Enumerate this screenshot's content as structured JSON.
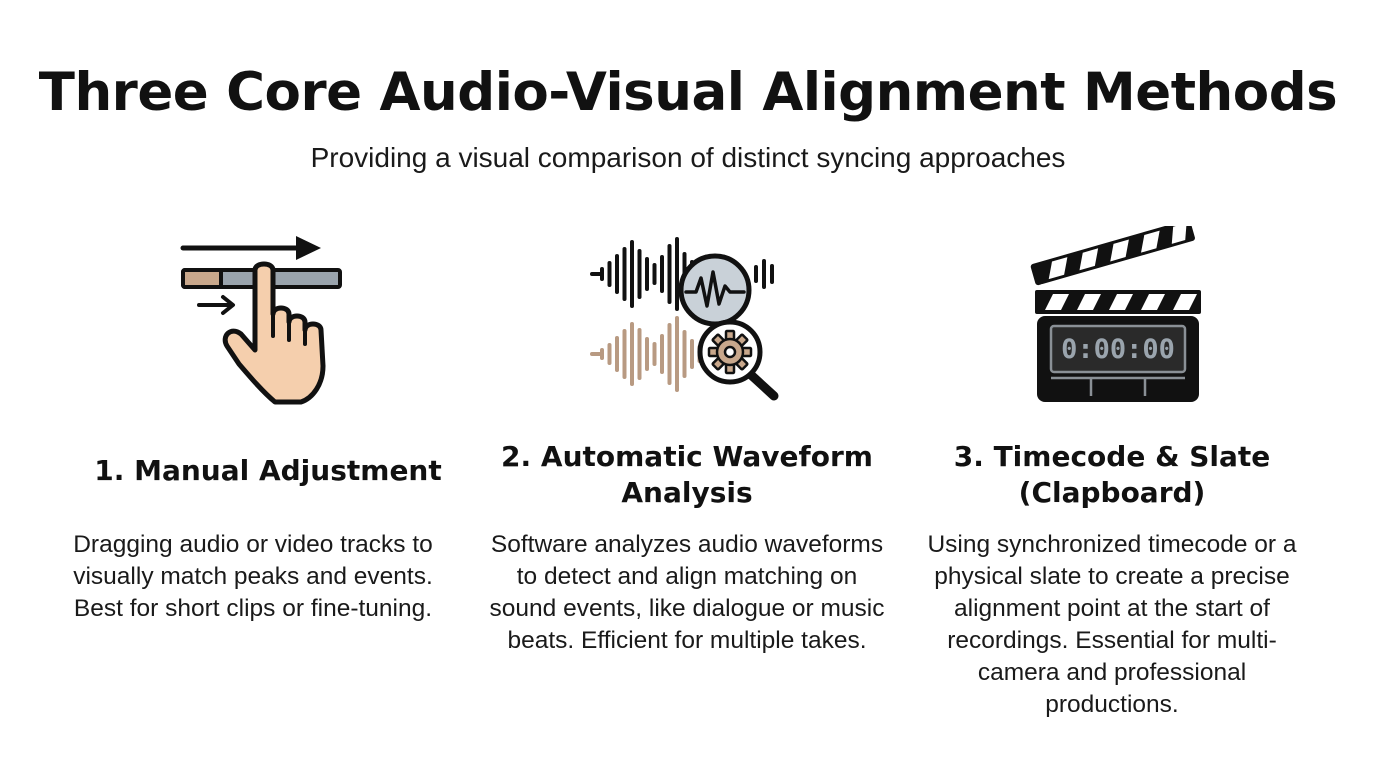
{
  "header": {
    "title": "Three Core Audio-Visual Alignment Methods",
    "subtitle": "Providing a visual comparison of distinct syncing approaches"
  },
  "methods": [
    {
      "heading": "1. Manual Adjustment",
      "description": "Dragging audio or video tracks to visually match peaks and events. Best for short clips or fine-tuning.",
      "icon": "hand-drag-timeline-icon"
    },
    {
      "heading": "2. Automatic Waveform Analysis",
      "description": "Software analyzes audio waveforms to detect and align matching on sound events, like dialogue or music beats. Efficient for multiple takes.",
      "icon": "waveform-magnifier-icon"
    },
    {
      "heading": "3. Timecode & Slate (Clapboard)",
      "description": "Using synchronized timecode or a physical slate to create a precise alignment point at the start of recordings. Essential for multi-camera and professional productions.",
      "icon": "clapperboard-icon",
      "timecode": "0:00:00"
    }
  ],
  "colors": {
    "ink": "#111111",
    "skin": "#f5cfad",
    "tan": "#c9a88c",
    "track_gray": "#9aa4ad",
    "lens_gray": "#c9d1d8",
    "board_dark": "#2a2a2a"
  }
}
